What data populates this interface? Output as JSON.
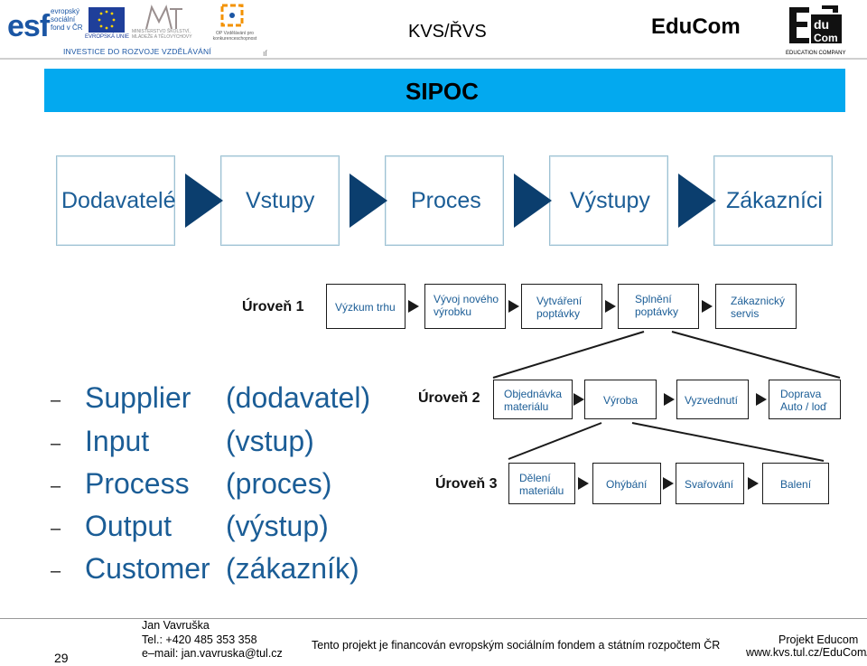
{
  "header": {
    "esf_word": "esf",
    "esf_sub": "evropský sociální fond v ČR",
    "eu_label": "EVROPSKÁ UNIE",
    "msmt_sub": "MINISTERSTVO ŠKOLSTVÍ, MLÁDEŽE A TĚLOVÝCHOVY",
    "op_sub": "OP Vzdělávání pro konkurenceschopnost",
    "invest": "INVESTICE DO ROZVOJE VZDĚLÁVÁNÍ",
    "kvs": "KVS/ŘVS",
    "educom": "EduCom",
    "edu_company": "EDUCATION COMPANY",
    "tiny_mark": "ıſ"
  },
  "title": "SIPOC",
  "sipoc_steps": [
    "Dodavatelé",
    "Vstupy",
    "Proces",
    "Výstupy",
    "Zákazníci"
  ],
  "levels": {
    "level1": {
      "label": "Úroveň 1",
      "boxes": [
        "Výzkum trhu",
        "Vývoj nového výrobku",
        "Vytváření poptávky",
        "Splnění poptávky",
        "Zákaznický servis"
      ]
    },
    "level2": {
      "label": "Úroveň 2",
      "boxes": [
        "Objednávka materiálu",
        "Výroba",
        "Vyzvednutí",
        "Doprava Auto / loď"
      ]
    },
    "level3": {
      "label": "Úroveň 3",
      "boxes": [
        "Dělení materiálu",
        "Ohýbání",
        "Svařování",
        "Balení"
      ]
    }
  },
  "list": [
    {
      "dash": "–",
      "en": "Supplier",
      "cz": "(dodavatel)"
    },
    {
      "dash": "–",
      "en": "Input",
      "cz": "(vstup)"
    },
    {
      "dash": "–",
      "en": "Process",
      "cz": "(proces)"
    },
    {
      "dash": "–",
      "en": "Output",
      "cz": "(výstup)"
    },
    {
      "dash": "–",
      "en": "Customer",
      "cz": "(zákazník)"
    }
  ],
  "footer": {
    "page": "29",
    "name": "Jan Vavruška",
    "tel": "Tel.: +420 485 353 358",
    "mail": "e–mail: jan.vavruska@tul.cz",
    "funding": "Tento projekt je financován evropským sociálním fondem a státním rozpočtem ČR",
    "project": "Projekt Educom",
    "url": "www.kvs.tul.cz/EduCom/"
  },
  "colors": {
    "title_bar": "#03a9ef",
    "accent_blue": "#1b5d96",
    "arrow": "#0b3e6e"
  }
}
